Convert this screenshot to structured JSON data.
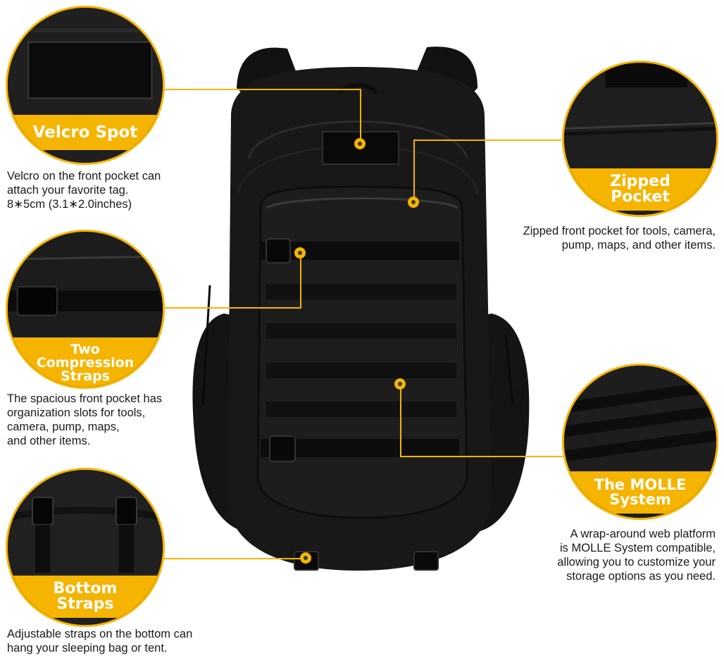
{
  "colors": {
    "accent": "#f5b400",
    "bag": "#151515",
    "text": "#1a1a1a"
  },
  "product": {
    "name": "black tactical backpack"
  },
  "callouts": [
    {
      "id": "velcro",
      "title_lines": [
        "Velcro Spot"
      ],
      "desc_lines": [
        "Velcro on the front pocket can",
        "attach your favorite tag.",
        "8∗5cm (3.1∗2.0inches)"
      ]
    },
    {
      "id": "zipped",
      "title_lines": [
        "Zipped",
        "Pocket"
      ],
      "desc_lines": [
        "Zipped front pocket for tools, camera,",
        "pump, maps, and other items."
      ]
    },
    {
      "id": "compression",
      "title_lines": [
        "Two",
        "Compression",
        "Straps"
      ],
      "desc_lines": [
        "The spacious front pocket has",
        "organization slots for tools,",
        "camera, pump, maps,",
        "and other items."
      ]
    },
    {
      "id": "molle",
      "title_lines": [
        "The MOLLE",
        "System"
      ],
      "desc_lines": [
        "A wrap-around web platform",
        "is MOLLE System compatible,",
        "allowing you to customize your",
        "storage options as you need."
      ]
    },
    {
      "id": "bottom",
      "title_lines": [
        "Bottom",
        "Straps"
      ],
      "desc_lines": [
        "Adjustable straps on the bottom can",
        "hang your sleeping bag or tent."
      ]
    }
  ]
}
